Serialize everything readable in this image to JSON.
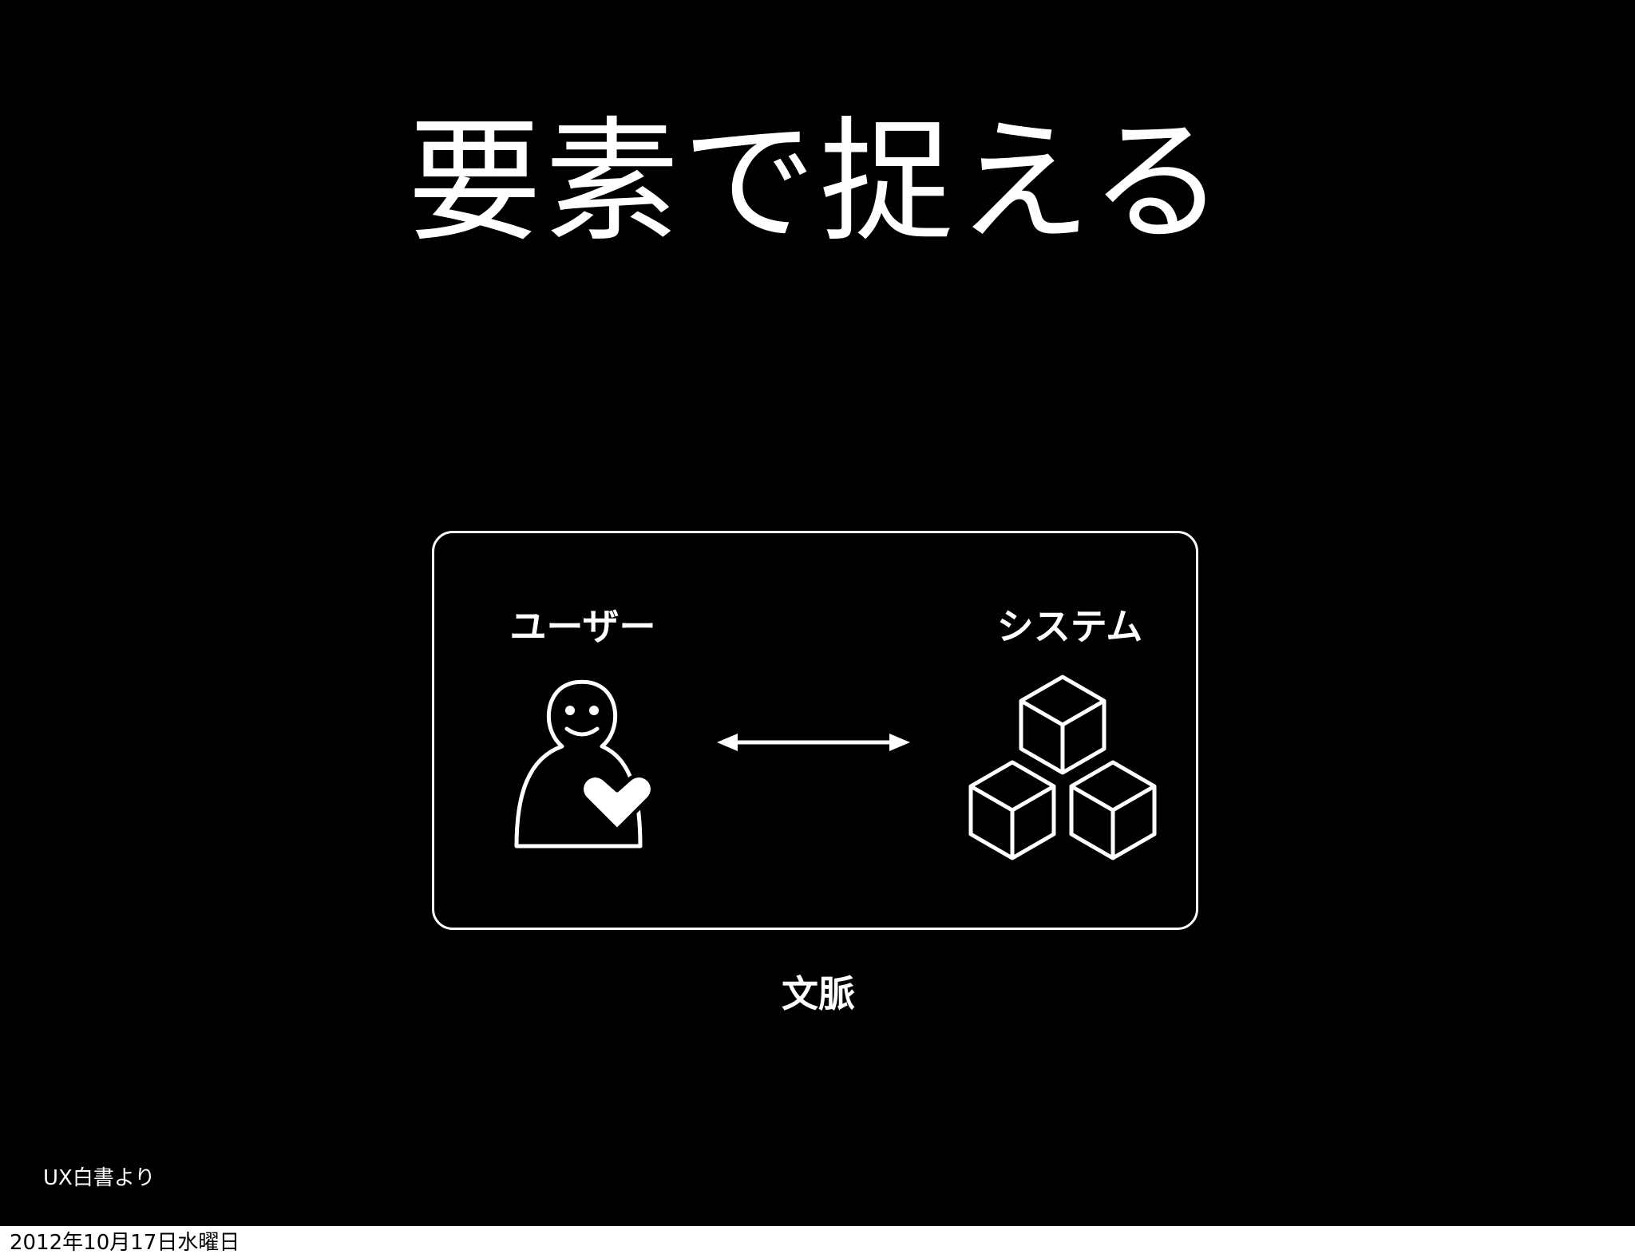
{
  "slide": {
    "title": "要素で捉える",
    "user_label": "ユーザー",
    "system_label": "システム",
    "context_label": "文脈",
    "source_note": "UX白書より",
    "background_color": "#000000",
    "foreground_color": "#ffffff"
  },
  "footer": {
    "date": "2012年10月17日水曜日"
  },
  "icons": {
    "user": "person-with-heart-icon",
    "system": "stacked-cubes-icon",
    "link": "double-arrow-icon"
  }
}
